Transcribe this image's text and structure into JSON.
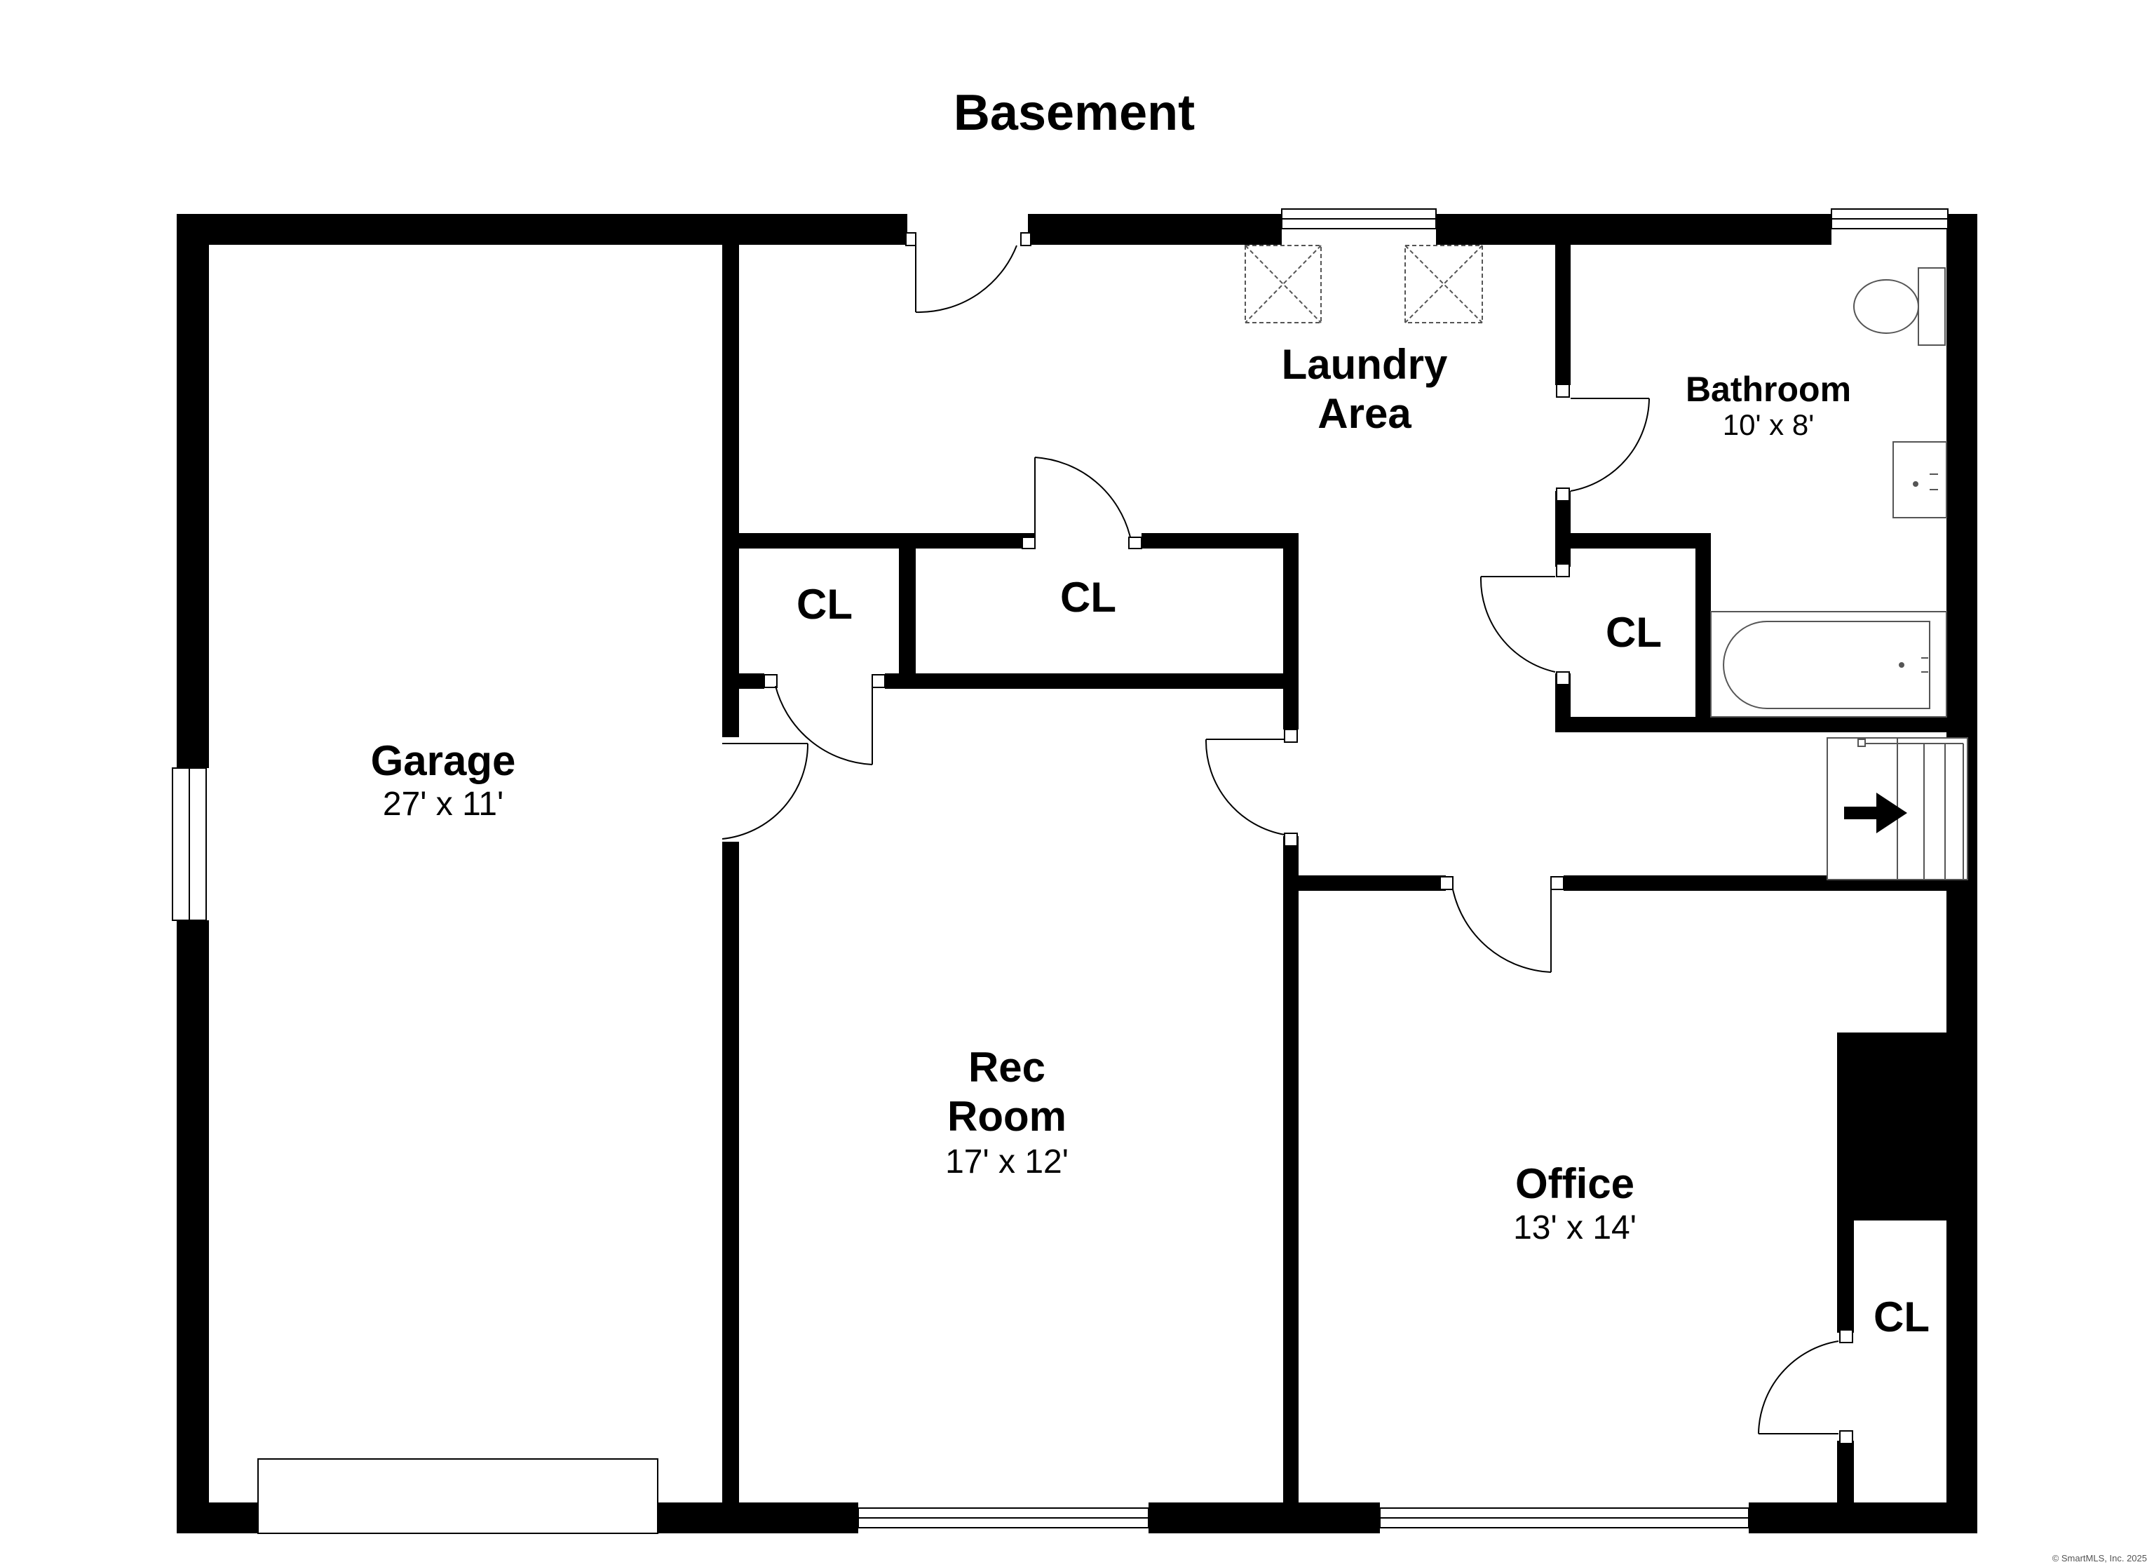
{
  "plan": {
    "title": "Basement",
    "rooms": {
      "garage": {
        "name": "Garage",
        "dims": "27' x 11'"
      },
      "laundry": {
        "name_line1": "Laundry",
        "name_line2": "Area"
      },
      "bathroom": {
        "name": "Bathroom",
        "dims": "10' x 8'"
      },
      "rec_room": {
        "name_line1": "Rec",
        "name_line2": "Room",
        "dims": "17' x 12'"
      },
      "office": {
        "name": "Office",
        "dims": "13' x 14'"
      },
      "closet_label": "CL"
    },
    "copyright": "© SmartMLS, Inc. 2025",
    "colors": {
      "wall": "#000000",
      "fixture": "#555555",
      "background": "#ffffff"
    }
  }
}
